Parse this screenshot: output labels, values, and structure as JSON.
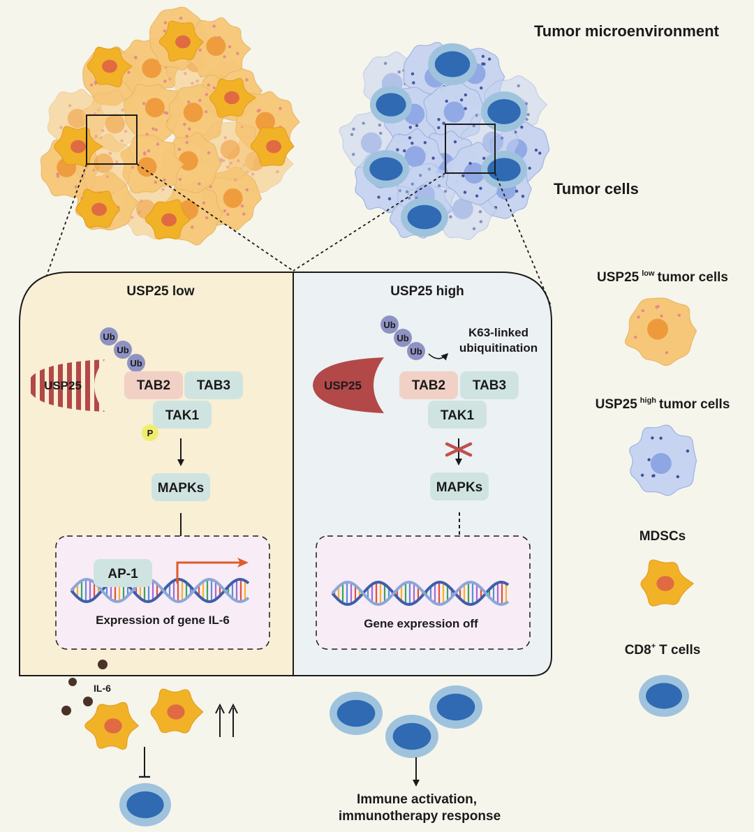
{
  "labels": {
    "tumor_microenvironment": "Tumor microenvironment",
    "tumor_cells": "Tumor cells",
    "left_panel_title": "USP25 low",
    "right_panel_title": "USP25 high",
    "ub": "Ub",
    "usp25": "USP25",
    "tab2": "TAB2",
    "tab3": "TAB3",
    "tak1": "TAK1",
    "phospho": "P",
    "mapks": "MAPKs",
    "ap1": "AP-1",
    "expression_il6": "Expression of gene IL-6",
    "gene_off": "Gene expression off",
    "k63_line1": "K63-linked",
    "k63_line2": "ubiquitination",
    "il6": "IL-6",
    "immune_line1": "Immune activation,",
    "immune_line2": "immunotherapy response"
  },
  "legend": {
    "usp25_low_prefix": "USP25",
    "usp25_low_sup": "low",
    "usp25_low_suffix": "tumor cells",
    "usp25_high_prefix": "USP25",
    "usp25_high_sup": "high",
    "usp25_high_suffix": "tumor cells",
    "mdscs": "MDSCs",
    "cd8_prefix": "CD8",
    "cd8_sup": "+",
    "cd8_suffix": "T cells"
  },
  "colors": {
    "background": "#f6f5ec",
    "low_panel": "#f8efd5",
    "high_panel": "#ecf1f3",
    "nucleus_box": "#f8ecf7",
    "usp25": "#b34848",
    "tab2": "#f1d0c6",
    "tab_teal": "#cfe4e0",
    "ub": "#8e92c3",
    "mdsc": "#f1b227",
    "t_cell": "#2f6ab3",
    "low_tumor": "#f6c778",
    "high_tumor": "#c7d4f1"
  }
}
